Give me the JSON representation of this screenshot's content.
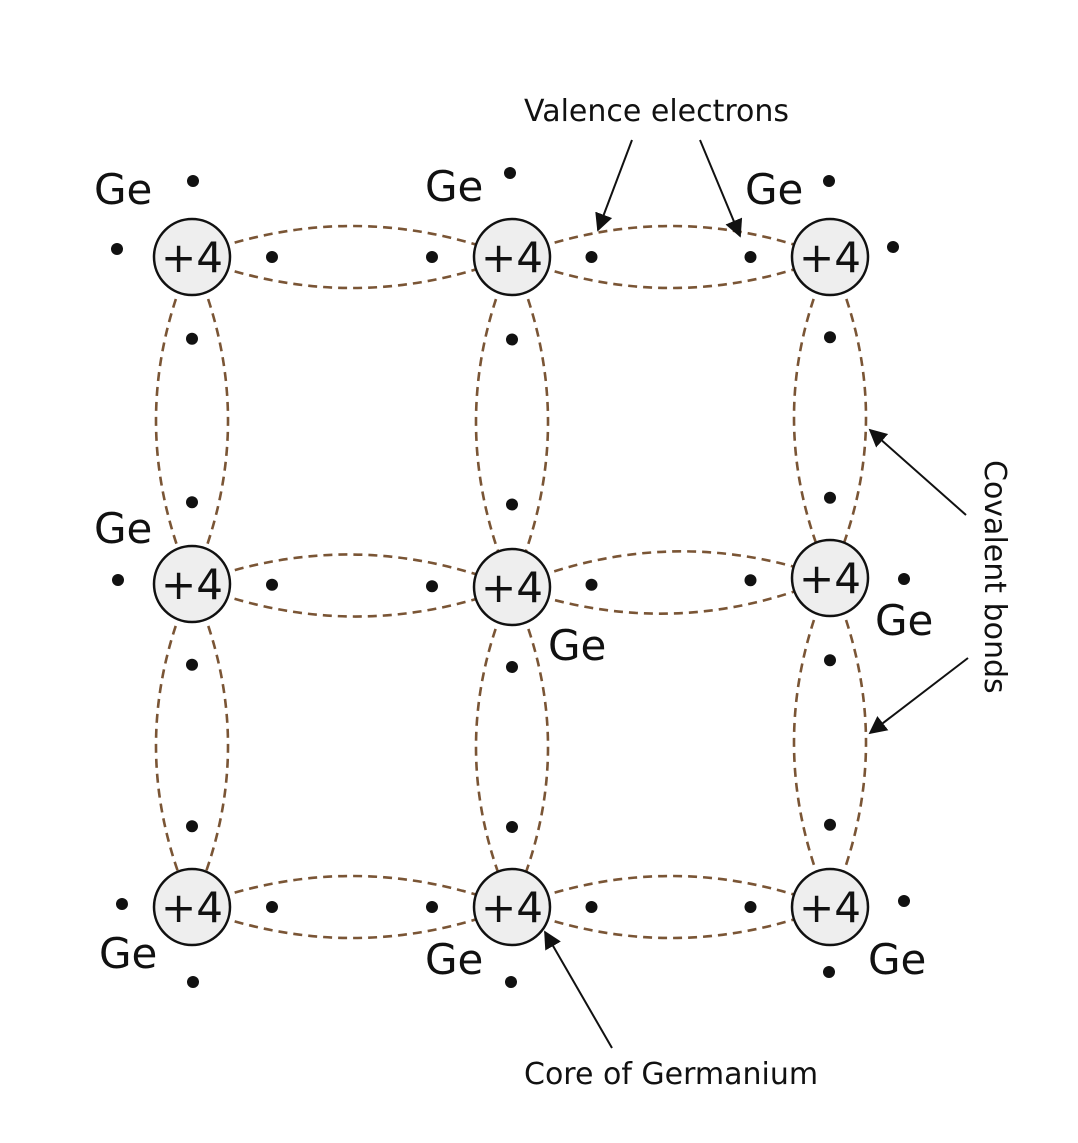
{
  "element_symbol": "Ge",
  "core_charge": "+4",
  "annotations": {
    "valence_electrons": "Valence electrons",
    "covalent_bonds": "Covalent bonds",
    "core": "Core of Germanium"
  },
  "lattice": {
    "rows": 3,
    "cols": 3
  },
  "colors": {
    "bond": "#7a5535",
    "core_fill": "#eeeeee",
    "ink": "#111111"
  }
}
